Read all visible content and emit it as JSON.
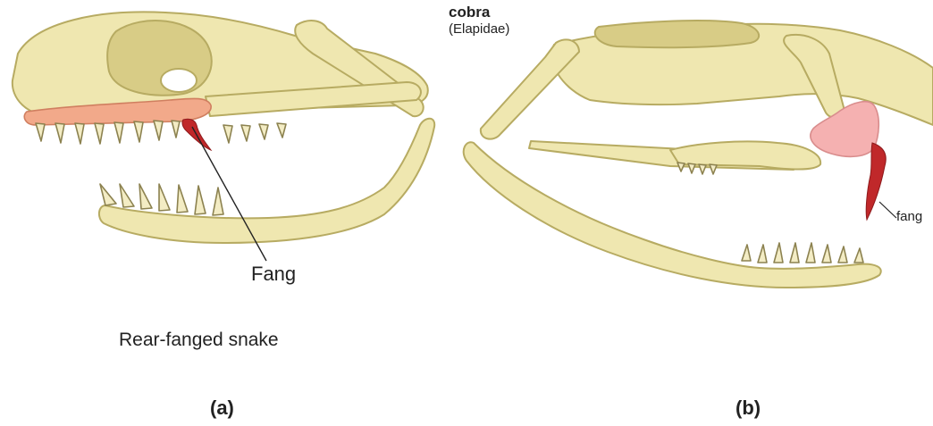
{
  "panel_a": {
    "fang_label": "Fang",
    "caption": "Rear-fanged snake",
    "letter": "(a)"
  },
  "panel_b": {
    "title": "cobra",
    "family": "(Elapidae)",
    "fang_label": "fang",
    "letter": "(b)"
  },
  "colors": {
    "bone": "#efe7b0",
    "bone_dark": "#d8cc86",
    "bone_outline": "#b7ab62",
    "maxilla_rear_fanged": "#f2a98a",
    "maxilla_cobra": "#f5b1b1",
    "fang": "#c0282a"
  }
}
